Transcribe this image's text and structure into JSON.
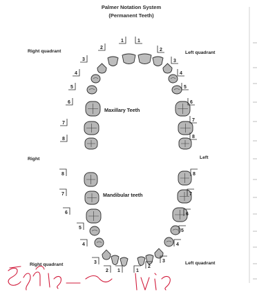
{
  "diagram": {
    "title": "Palmer Notation System",
    "subtitle": "(Permanent Teeth)",
    "upper_right_label": "Right quadrant",
    "upper_left_label": "Left quadrant",
    "middle_right_label": "Right",
    "middle_left_label": "Left",
    "lower_right_label": "Right quadrant",
    "lower_left_label": "Left quadrant",
    "maxillary_label": "Maxillary Teeth",
    "mandibular_label": "Mandibular teeth",
    "upper_right_numbers": [
      "1",
      "2",
      "3",
      "4",
      "5",
      "6",
      "7",
      "8"
    ],
    "upper_left_numbers": [
      "1",
      "2",
      "3",
      "4",
      "5",
      "6",
      "7",
      "8"
    ],
    "lower_right_numbers": [
      "8",
      "7",
      "6",
      "5",
      "4",
      "3",
      "2",
      "1"
    ],
    "lower_left_numbers": [
      "8",
      "7",
      "6",
      "5",
      "4",
      "3",
      "2",
      "1"
    ],
    "colors": {
      "tooth_fill": "#b7b7b7",
      "tooth_stroke": "#2b2b2b",
      "annotation_ink": "#d11a3a",
      "panel_rule": "#bdbdbd"
    },
    "handwriting": "red handwritten annotation"
  }
}
